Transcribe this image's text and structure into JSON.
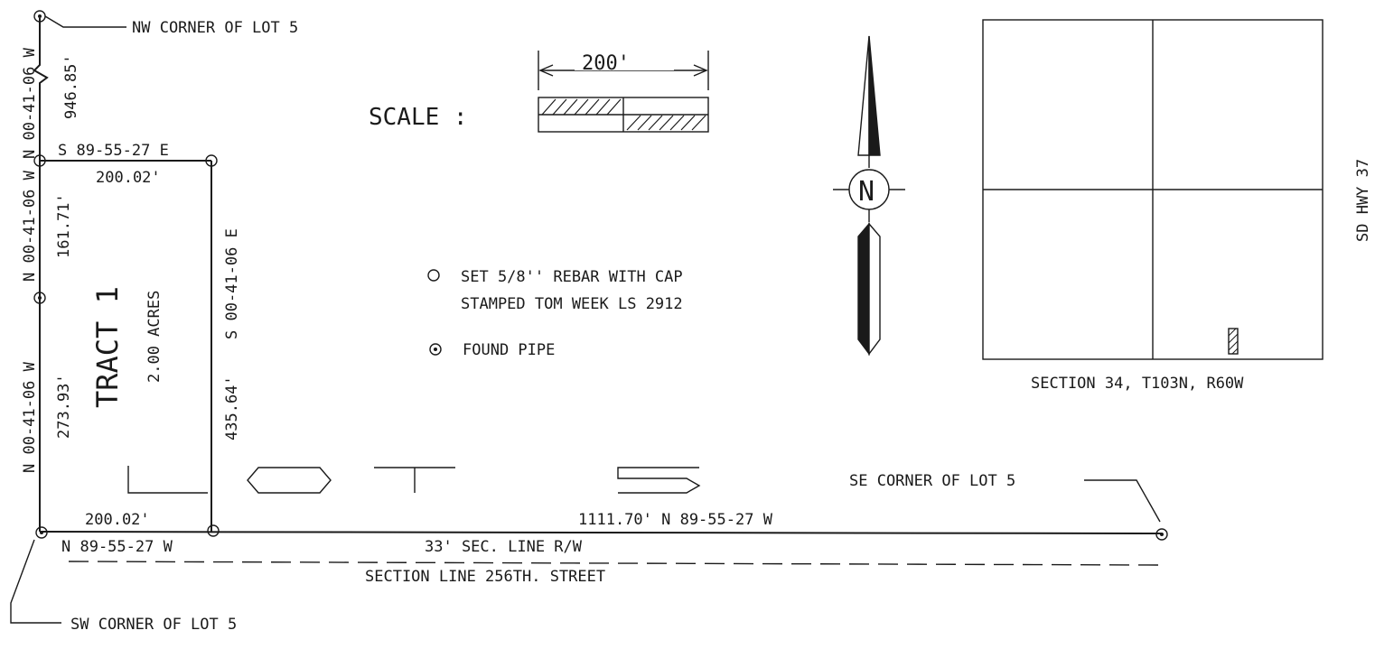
{
  "labels": {
    "nw_corner": "NW CORNER OF LOT 5",
    "se_corner": "SE CORNER OF LOT 5",
    "sw_corner": "SW CORNER OF LOT 5",
    "north_bearing_upper": "N 00-41-06 W",
    "north_dist_upper": "946.85'",
    "west_bearing_mid": "N 00-41-06 W",
    "west_dist_mid": "161.71'",
    "west_bearing_low": "N 00-41-06 W",
    "west_dist_low": "273.93'",
    "top_bearing": "S 89-55-27 E",
    "top_dist": "200.02'",
    "east_bearing": "S 00-41-06 E",
    "east_dist": "435.64'",
    "bottom_dist": "200.02'",
    "bottom_bearing": "N 89-55-27 W",
    "long_line": "1111.70' N 89-55-27 W",
    "row": "33' SEC. LINE R/W",
    "street": "SECTION LINE 256TH. STREET",
    "tract_name": "TRACT 1",
    "tract_area": "2.00 ACRES",
    "lot_letters": [
      "L",
      "O",
      "T",
      "5"
    ]
  },
  "scale": {
    "label": "SCALE :",
    "length": "200'"
  },
  "north_arrow": {
    "letter": "N"
  },
  "legend": {
    "rebar_line1": "SET 5/8'' REBAR WITH CAP",
    "rebar_line2": "STAMPED TOM WEEK LS 2912",
    "pipe": "FOUND PIPE"
  },
  "section": {
    "caption": "SECTION 34, T103N, R60W",
    "highway": "SD HWY 37"
  }
}
